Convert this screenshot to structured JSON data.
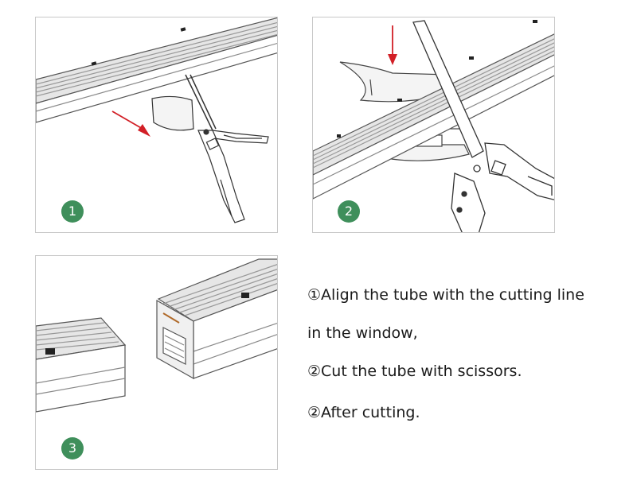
{
  "accent_color": "#3f8f5b",
  "arrow_color": "#d21f26",
  "steps": [
    {
      "number": "1",
      "icon": "scissors-align-icon"
    },
    {
      "number": "2",
      "icon": "scissors-cut-icon"
    },
    {
      "number": "3",
      "icon": "cut-tube-icon"
    }
  ],
  "instructions": {
    "line1": "①Align the tube with the cutting line",
    "line2": "in the window,",
    "line3": "②Cut the tube with scissors.",
    "line4": "②After cutting."
  }
}
